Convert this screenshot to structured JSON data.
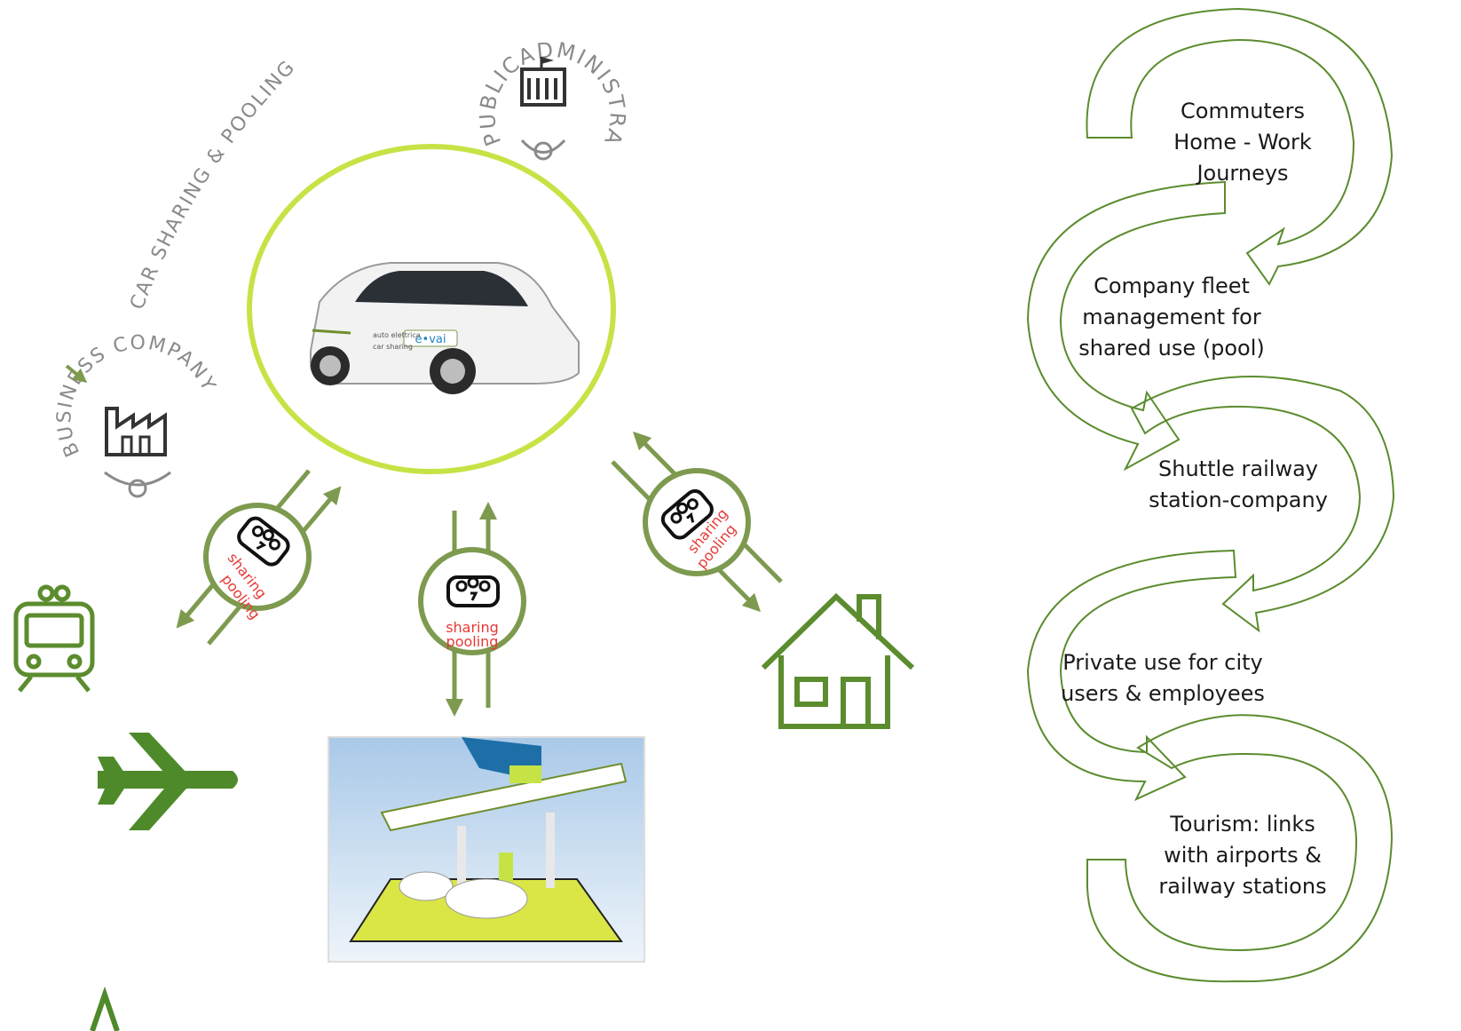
{
  "labels": {
    "car_sharing_pooling": "CAR SHARING & POOLING",
    "public_administration": "PUBLICADMINISTRATION",
    "business_company": "BUSINESS COMPANY"
  },
  "badges": [
    {
      "line1": "sharing",
      "line2": "pooling"
    },
    {
      "line1": "sharing",
      "line2": "pooling"
    },
    {
      "line1": "sharing",
      "line2": "pooling"
    }
  ],
  "brand": {
    "logo_text": "e•vai",
    "car_text_1": "auto elettrica",
    "car_text_2": "car sharing"
  },
  "steps": [
    {
      "lines": [
        "Commuters",
        "Home - Work",
        "Journeys"
      ]
    },
    {
      "lines": [
        "Company fleet",
        "management for",
        "shared use (pool)"
      ]
    },
    {
      "lines": [
        "Shuttle railway",
        "station-company"
      ]
    },
    {
      "lines": [
        "Private use for city",
        "users & employees"
      ]
    },
    {
      "lines": [
        "Tourism: links",
        "with airports &",
        "railway stations"
      ]
    }
  ],
  "colors": {
    "green": "#5b8c2e",
    "olive": "#7d9a4f",
    "lime": "#c6e346",
    "red": "#e53935"
  }
}
